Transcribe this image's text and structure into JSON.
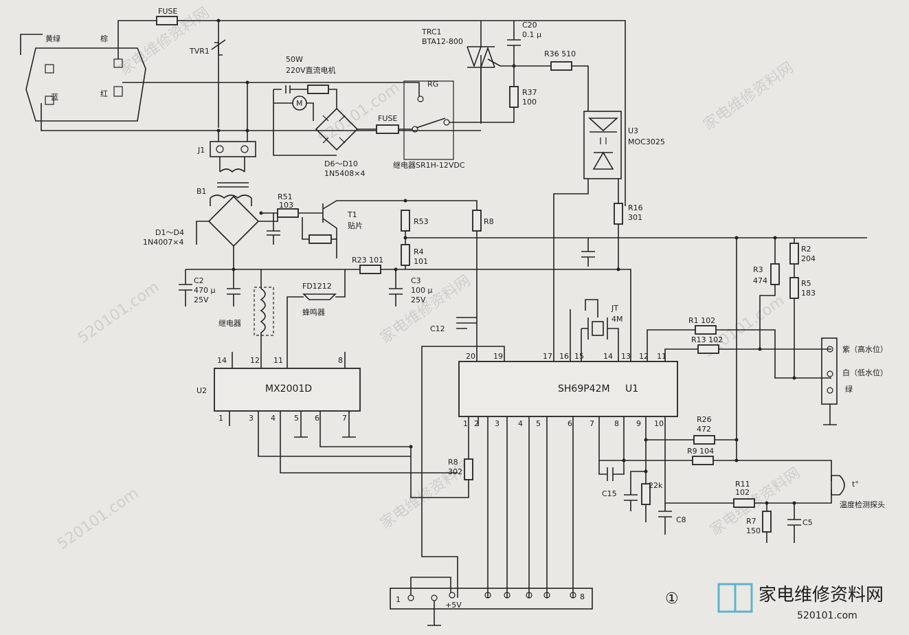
{
  "watermark": {
    "site_cn": "家电维修资料网",
    "site_num": "520101.com",
    "footer_num": "520101.com"
  },
  "figure_number": "①",
  "power": {
    "yellow_green": "黄绿",
    "brown": "棕",
    "blue": "蓝",
    "red": "红",
    "fuse": "FUSE",
    "tvr": "TVR1",
    "j1": "J1"
  },
  "motor": {
    "power": "50W",
    "desc": "220V直流电机",
    "m": "M",
    "rg": "RG",
    "fuse": "FUSE",
    "bridge1": "D6～D10",
    "bridge2": "1N5408×4",
    "relay": "继电器SR1H-12VDC"
  },
  "triac": {
    "name": "TRC1",
    "part": "BTA12-800",
    "c20a": "C20",
    "c20b": "0.1 μ",
    "r36": "R36 510",
    "r37a": "R37",
    "r37b": "100"
  },
  "opto": {
    "u3": "U3",
    "part": "MOC3025",
    "r16a": "R16",
    "r16b": "301"
  },
  "supply": {
    "b1": "B1",
    "d1a": "D1～D4",
    "d1b": "1N4007×4",
    "r51a": "R51",
    "r51b": "103",
    "t1a": "T1",
    "t1b": "贴片",
    "r53": "R53",
    "r8": "R8",
    "r4a": "R4",
    "r4b": "101",
    "r23": "R23  101",
    "c2a": "C2",
    "c2b": "470 μ",
    "c2c": "25V",
    "c3a": "C3",
    "c3b": "100 μ",
    "c3c": "25V",
    "fd": "FD1212",
    "buzzer": "蜂鸣器",
    "relay_coil": "继电器",
    "c12": "C12"
  },
  "crystal": {
    "jt": "JT",
    "freq": "4M"
  },
  "water": {
    "r2a": "R2",
    "r2b": "204",
    "r3a": "R3",
    "r3b": "474",
    "r5a": "R5",
    "r5b": "183",
    "r1": "R1  102",
    "r13": "R13  102",
    "purple": "紫（高水位）",
    "white": "白（低水位）",
    "green": "绿"
  },
  "u2": {
    "ref": "U2",
    "part": "MX2001D",
    "pins_top": [
      "14",
      "12",
      "11",
      "8"
    ],
    "pins_bottom": [
      "1",
      "3",
      "4",
      "5",
      "6",
      "7"
    ]
  },
  "u1": {
    "part": "SH69P42M",
    "ref": "U1",
    "pins_top": [
      "20",
      "19",
      "17",
      "16",
      "15",
      "14",
      "13",
      "12",
      "11"
    ],
    "pins_bottom": [
      "1",
      "2",
      "3",
      "4",
      "5",
      "6",
      "7",
      "8",
      "9",
      "10"
    ]
  },
  "temp": {
    "r26a": "R26",
    "r26b": "472",
    "r9": "R9  104",
    "r11a": "R11",
    "r11b": "102",
    "r7a": "R7",
    "r7b": "150",
    "c5": "C5",
    "c8": "C8",
    "c15": "C15",
    "r22k": "22k",
    "t": "t°",
    "probe": "温度检测探头",
    "r8b": "R8",
    "r8c": "302"
  },
  "connector": {
    "p1": "1",
    "p5v": "+5V",
    "p8": "8"
  }
}
